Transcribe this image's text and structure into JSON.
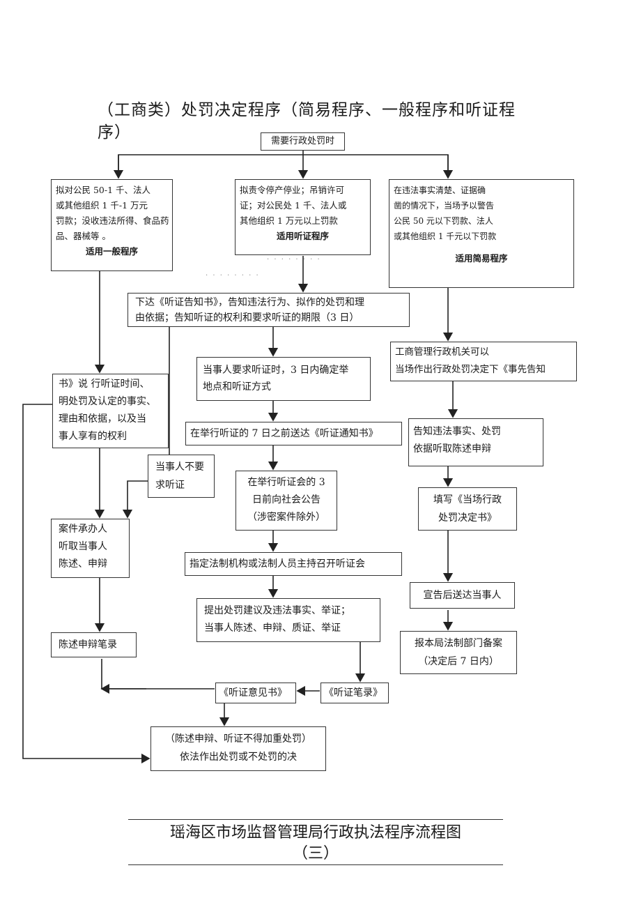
{
  "title": {
    "line1": "（工商类）处罚决定程序（简易程序、一般程序和听证程",
    "line2": "序）"
  },
  "nodes": {
    "start": "需要行政处罚时",
    "general": {
      "lines": [
        "拟对公民 50-1 千、法人",
        "或其他组织 1 千-1 万元",
        "罚款；没收违法所得、食品药",
        "品、器械等 。"
      ],
      "label": "适用一般程序"
    },
    "hearing": {
      "lines": [
        "拟责令停产停业；吊销许可",
        "证；对公民处 1 千、法人或",
        "其他组织 1 万元以上罚款"
      ],
      "label": "适用听证程序"
    },
    "simple": {
      "lines": [
        "在违法事实清楚、证据确",
        "凿的情况下，当场予以警告",
        "公民 50 元以下罚款、法人",
        "或其他组织 1 千元以下罚款"
      ],
      "label": "适用简易程序"
    },
    "hearing_notice": [
      "下达《听证告知书》，告知违法行为、拟作的处罚和理",
      "由依据；告知听证的权利和要求听证的期限（3 日）"
    ],
    "party_request": [
      "当事人要求听证时，3 日内确定举",
      "地点和听证方式"
    ],
    "notify_7days": "在举行听证的 7 日之前送达《听证通知书》",
    "public_notice": [
      "在举行听证会的 3",
      "日前向社会公告",
      "（涉密案件除外）"
    ],
    "appoint_host": "指定法制机构或法制人员主持召开听证会",
    "present_evidence": [
      "提出处罚建议及违法事实、举证；",
      "当事人陈述、申辩、质证、举证"
    ],
    "hearing_record": "《听证笔录》",
    "hearing_opinion": "《听证意见书》",
    "final_decision": [
      "（陈述申辩、听证不得加重处罚）",
      "依法作出处罚或不处罚的决"
    ],
    "general_notice": [
      "书》说          行听证时间、",
      "明处罚及认定的事实、",
      "理由和依据，以及当",
      "事人享有的权利"
    ],
    "no_hearing": [
      "当事人不要",
      "求听证"
    ],
    "handler_listen": [
      "案件承办人",
      "听取当事人",
      "陈述、申辩"
    ],
    "statement_record": "陈述申辩笔录",
    "onsite_decide": [
      "工商管理行政机关可以",
      "当场作出行政处罚决定下《事先告知"
    ],
    "inform_facts": [
      "告知违法事实、处罚",
      "依据听取陈述申辩"
    ],
    "fill_form": [
      "填写《当场行政",
      "处罚决定书》"
    ],
    "deliver": "宣告后送达当事人",
    "report": [
      "报本局法制部门备案",
      "（决定后 7 日内）"
    ]
  },
  "footer": {
    "line1": "瑶海区市场监督管理局行政执法程序流程图",
    "line2": "（三）"
  }
}
